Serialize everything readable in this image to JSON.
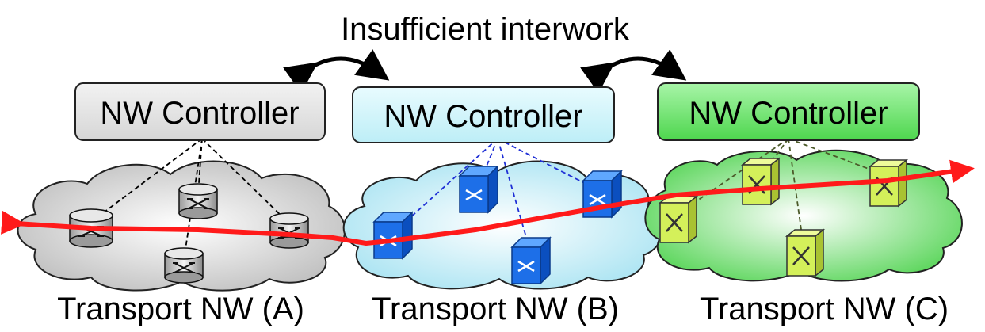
{
  "title": "Insufficient interwork",
  "controllers": [
    {
      "label": "NW Controller",
      "fill": "#e6e6e6",
      "link_color": "#000000"
    },
    {
      "label": "NW Controller",
      "fill": "#d4f6fb",
      "link_color": "#1f2fd6"
    },
    {
      "label": "NW Controller",
      "fill": "#6fe36f",
      "link_color": "#4c5a2a"
    }
  ],
  "networks": [
    {
      "label": "Transport NW (A)",
      "cloud_fill": "#d9d9d9",
      "node_type": "cylinder-switch-icon"
    },
    {
      "label": "Transport NW (B)",
      "cloud_fill": "#c9eef7",
      "node_type": "blue-cube-switch-icon"
    },
    {
      "label": "Transport NW (C)",
      "cloud_fill": "#8fe08f",
      "node_type": "yellow-box-switch-icon"
    }
  ],
  "colors": {
    "path": "#ff1a1a",
    "cylinder_node": "#d0d0d0",
    "cube_node": "#1d6fe8",
    "yellow_node": "#d4f05a",
    "arrow": "#000000"
  }
}
